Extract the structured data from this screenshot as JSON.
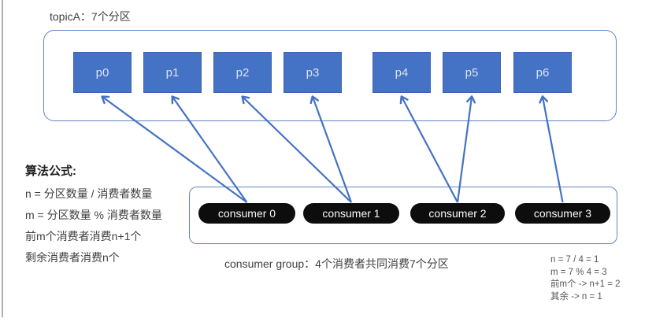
{
  "title": "topicA：7个分区",
  "topic_box": {
    "partitions": [
      "p0",
      "p1",
      "p2",
      "p3",
      "p4",
      "p5",
      "p6"
    ]
  },
  "consumer_box": {
    "consumers": [
      "consumer 0",
      "consumer 1",
      "consumer 2",
      "consumer 3"
    ]
  },
  "assignments": [
    {
      "consumer": 0,
      "partitions": [
        0,
        1
      ]
    },
    {
      "consumer": 1,
      "partitions": [
        2,
        3
      ]
    },
    {
      "consumer": 2,
      "partitions": [
        4,
        5
      ]
    },
    {
      "consumer": 3,
      "partitions": [
        6
      ]
    }
  ],
  "formula": {
    "heading": "算法公式:",
    "lines": [
      "n = 分区数量 / 消费者数量",
      "m = 分区数量 % 消费者数量",
      "前m个消费者消费n+1个",
      "剩余消费者消费n个"
    ]
  },
  "caption": "consumer group：4个消费者共同消费7个分区",
  "calculation": {
    "lines": [
      "n = 7 / 4 = 1",
      "m = 7 % 4 = 3",
      "前m个 -> n+1 = 2",
      "其余 -> n = 1"
    ]
  },
  "colors": {
    "partition_fill": "#4472c4",
    "partition_border": "#3b63af",
    "partition_text": "#d9e3f3",
    "container_border": "#6185c8",
    "arrow": "#4472c4",
    "consumer_fill": "#0d0d0d",
    "consumer_text": "#fafafa",
    "divider_gray": "#b0b0b3"
  }
}
